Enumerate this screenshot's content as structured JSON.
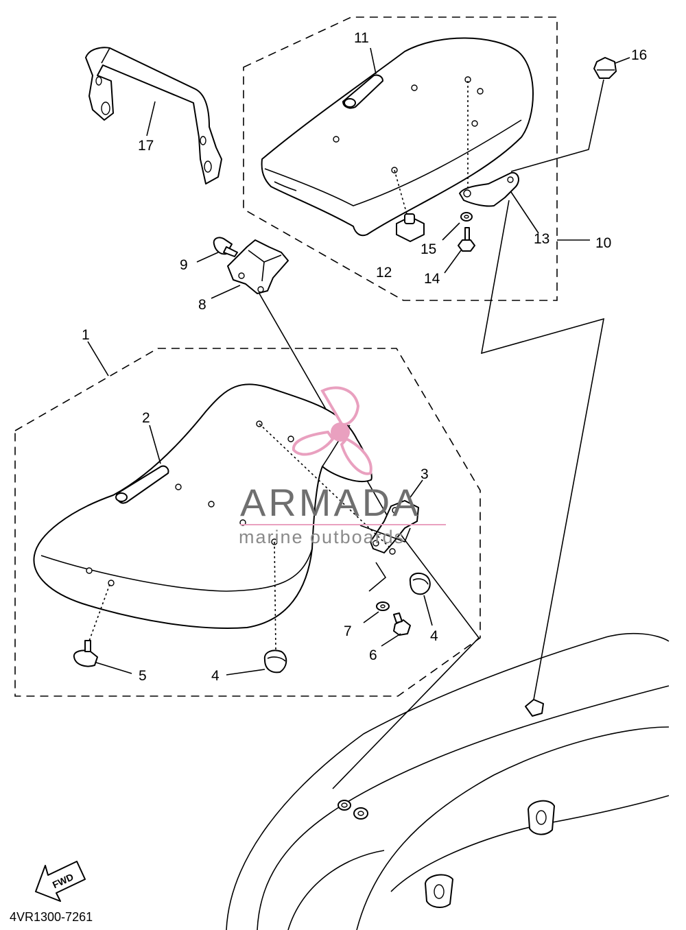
{
  "callouts": {
    "c1": "1",
    "c2": "2",
    "c3": "3",
    "c4a": "4",
    "c4b": "4",
    "c5": "5",
    "c6": "6",
    "c7": "7",
    "c8": "8",
    "c9": "9",
    "c10": "10",
    "c11": "11",
    "c12": "12",
    "c13": "13",
    "c14": "14",
    "c15": "15",
    "c16": "16",
    "c17": "17"
  },
  "watermark": {
    "brand": "ARMADA",
    "tagline": "marine outboards",
    "accent_color": "#e9a0bf"
  },
  "fwd_label": "FWD",
  "diagram_code": "4VR1300-7261"
}
